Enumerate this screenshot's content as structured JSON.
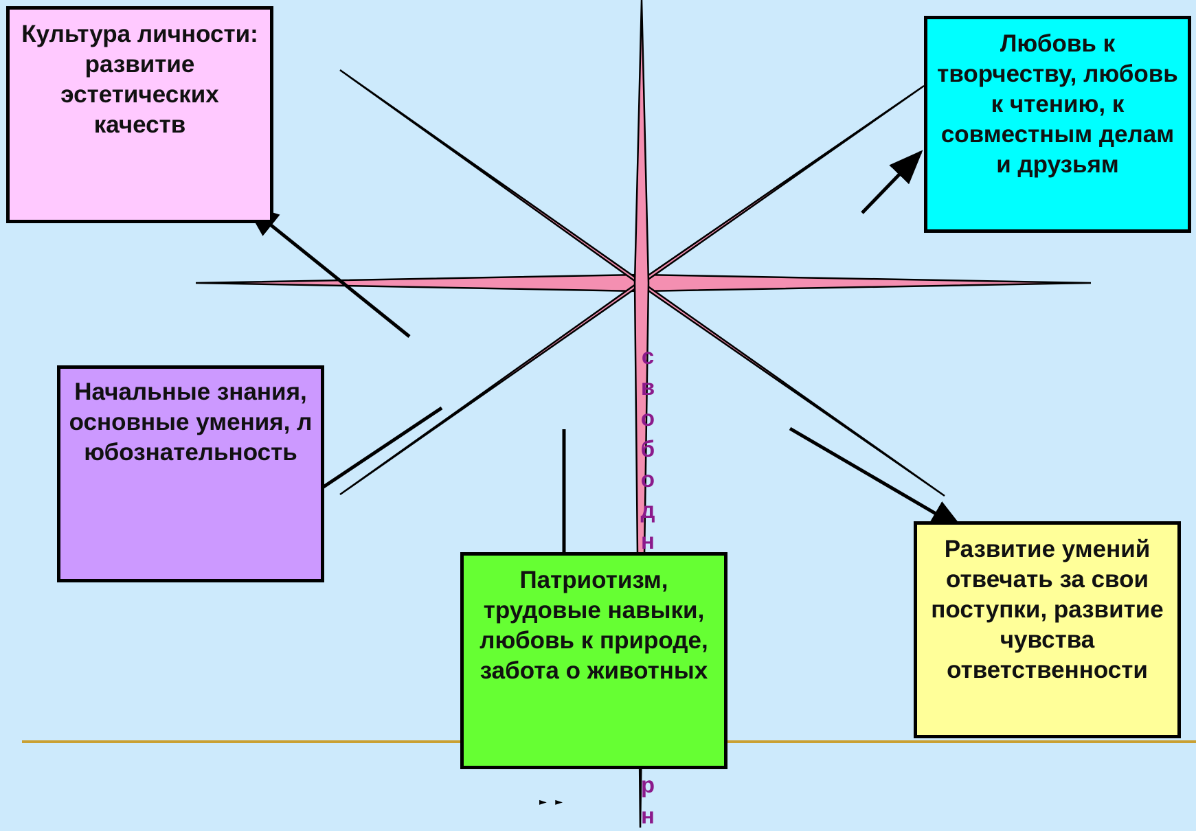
{
  "slide": {
    "colors": {
      "background": "#cdeafc",
      "star_fill": "#f48fb1",
      "vertical_text": "#8b1a8b",
      "footer_line": "#c9a033"
    },
    "boxes": {
      "culture": {
        "text": "Культура личности: развитие эстетических качеств",
        "color": "#ffc9ff"
      },
      "love": {
        "text": "Любовь к творчеству, любовь к чтению, к совместным делам и друзьям",
        "color": "#00ffff"
      },
      "knowledge": {
        "text": "Начальные знания, основные умения, любознательность",
        "color": "#cc99ff"
      },
      "patriot": {
        "text": "Патриотизм, трудовые навыки, любовь к природе, забота о животных",
        "color": "#66ff33"
      },
      "skills": {
        "text": "Развитие умений отвечать за свои поступки, развитие чувства ответственности",
        "color": "#ffff99"
      }
    },
    "vertical_word": {
      "visible_top": "свободная",
      "visible_bottom": "рн"
    },
    "nav_marker": "► ►"
  }
}
